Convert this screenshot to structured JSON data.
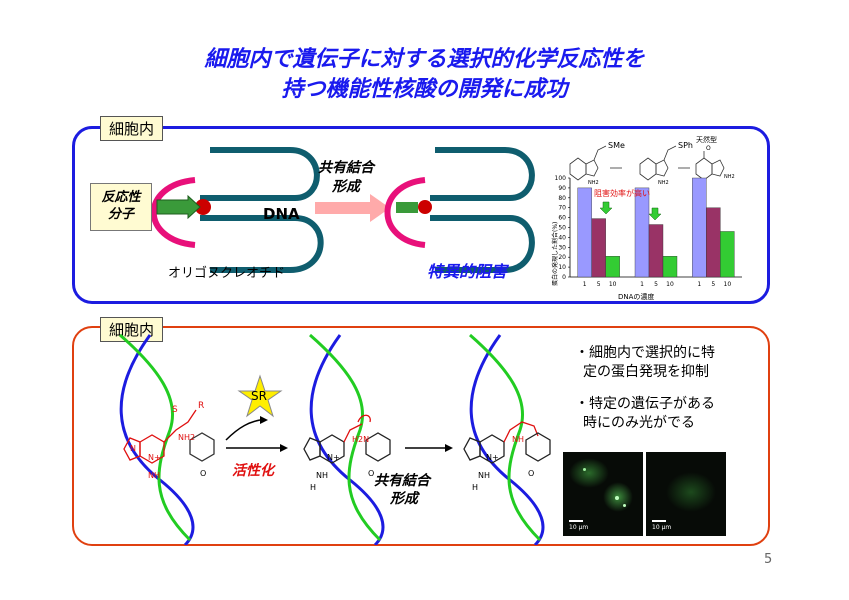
{
  "title": {
    "line1": "細胞内で遺伝子に対する選択的化学反応性を",
    "line2": "持つ機能性核酸の開発に成功"
  },
  "top_panel": {
    "tag": "細胞内",
    "reactive_box": "反応性\n分子",
    "dna_label": "DNA",
    "arrow_label_1": "共有結合",
    "arrow_label_2": "形成",
    "oligo_label": "オリゴヌクレオチド",
    "inhibition_label": "特異的阻害"
  },
  "chart": {
    "struct_labels": {
      "sme": "SMe",
      "sph": "SPh",
      "natural": "天然型",
      "nh2": "NH2",
      "o": "O"
    },
    "annotation": "阻害効率が高い",
    "ylabel": "蛋白の発現した割合(%)",
    "xlabel": "DNAの濃度",
    "y_ticks": [
      "0",
      "10",
      "20",
      "30",
      "40",
      "50",
      "60",
      "70",
      "80",
      "90",
      "100"
    ],
    "x_ticks": [
      "1",
      "5",
      "10",
      "1",
      "5",
      "10",
      "1",
      "5",
      "10"
    ]
  },
  "chart_data": {
    "type": "bar",
    "groups": [
      "SMe",
      "SPh",
      "天然型"
    ],
    "categories": [
      "1",
      "5",
      "10"
    ],
    "series": [
      {
        "values": [
          90,
          90,
          100
        ],
        "color": "#9999ff"
      },
      {
        "values": [
          59,
          53,
          70
        ],
        "color": "#993366"
      },
      {
        "values": [
          21,
          21,
          46
        ],
        "color": "#33cc33"
      }
    ],
    "ylim": [
      0,
      100
    ],
    "xlabel": "DNAの濃度",
    "ylabel": "蛋白の発現した割合(%)"
  },
  "bottom_panel": {
    "tag": "細胞内",
    "sr_label": "SR",
    "activation_label": "活性化",
    "covalent_label_1": "共有結合",
    "covalent_label_2": "形成",
    "chem": {
      "s": "S",
      "r": "R",
      "nh2": "NH2",
      "n": "N",
      "nplus": "N+",
      "h": "H",
      "nh": "NH",
      "o": "O",
      "h2n": "H2N"
    },
    "note1_line1": "・細胞内で選択的に特",
    "note1_line2": "定の蛋白発現を抑制",
    "note2_line1": "・特定の遺伝子がある",
    "note2_line2": "時にのみ光がでる",
    "scale_left": "10 μm",
    "scale_right": "10 μm"
  },
  "page_number": "5",
  "colors": {
    "blue": "#1a1aee",
    "red": "#e01010",
    "teal": "#0f5d6e",
    "magenta": "#e8107a",
    "green": "#33cc33"
  }
}
